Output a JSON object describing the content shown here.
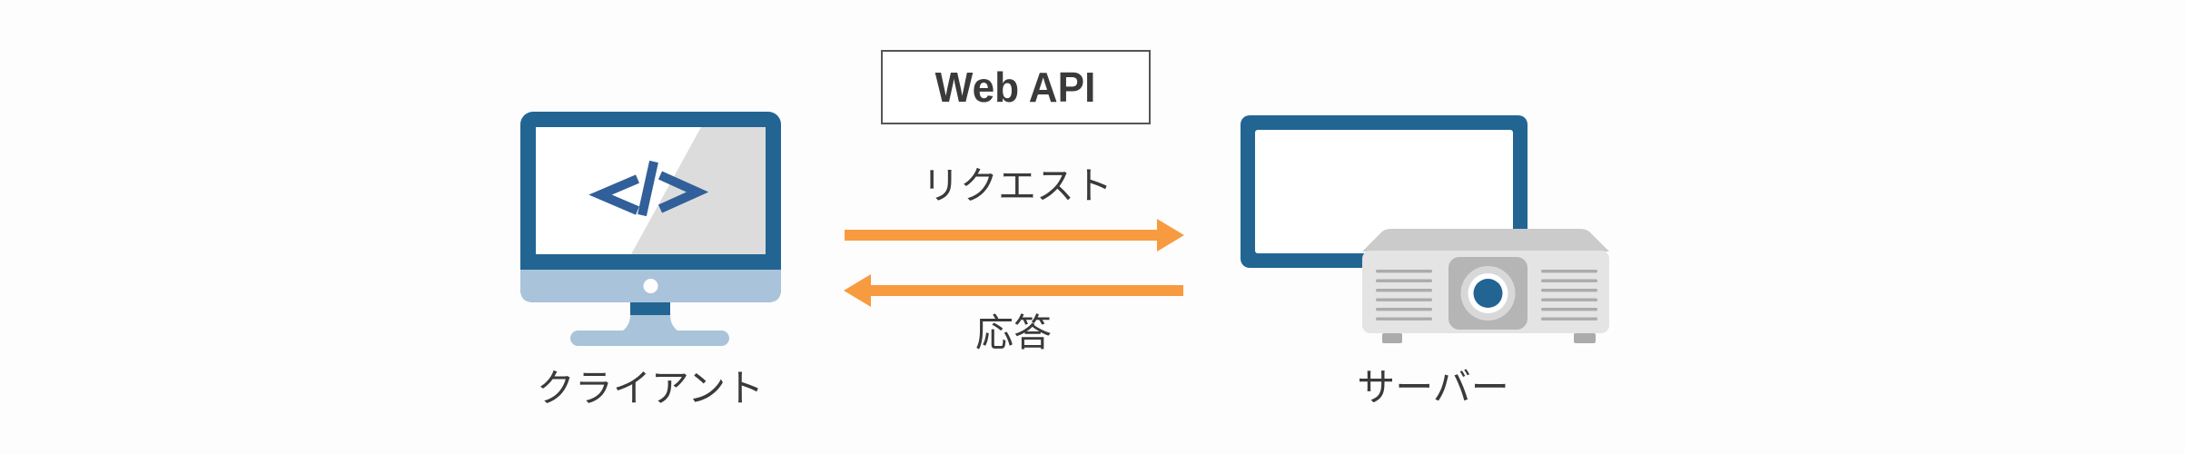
{
  "diagram": {
    "title_box": {
      "label": "Web API"
    },
    "request": {
      "label": "リクエスト",
      "direction": "right"
    },
    "response": {
      "label": "応答",
      "direction": "left"
    },
    "client": {
      "label": "クライアント"
    },
    "server": {
      "label": "サーバー"
    }
  },
  "icons": {
    "client": "monitor-with-code-icon",
    "server": "screen-with-projector-icon",
    "request": "right-arrow-icon",
    "response": "left-arrow-icon"
  },
  "colors": {
    "background": "#fdfdfd",
    "monitor_blue": "#226593",
    "code_symbol_blue": "#315f9a",
    "monitor_light_blue": "#a9c3da",
    "arrow_orange": "#f89b40",
    "text_dark": "#3a3a3a",
    "box_border": "#555555",
    "screen_shine": "#dcdcdc",
    "projector_body": "#e4e4e4",
    "projector_top": "#cbcbcb",
    "projector_panel": "#b5b5b5",
    "projector_detail": "#ababab",
    "lens_ring": "#d8d8d8"
  }
}
